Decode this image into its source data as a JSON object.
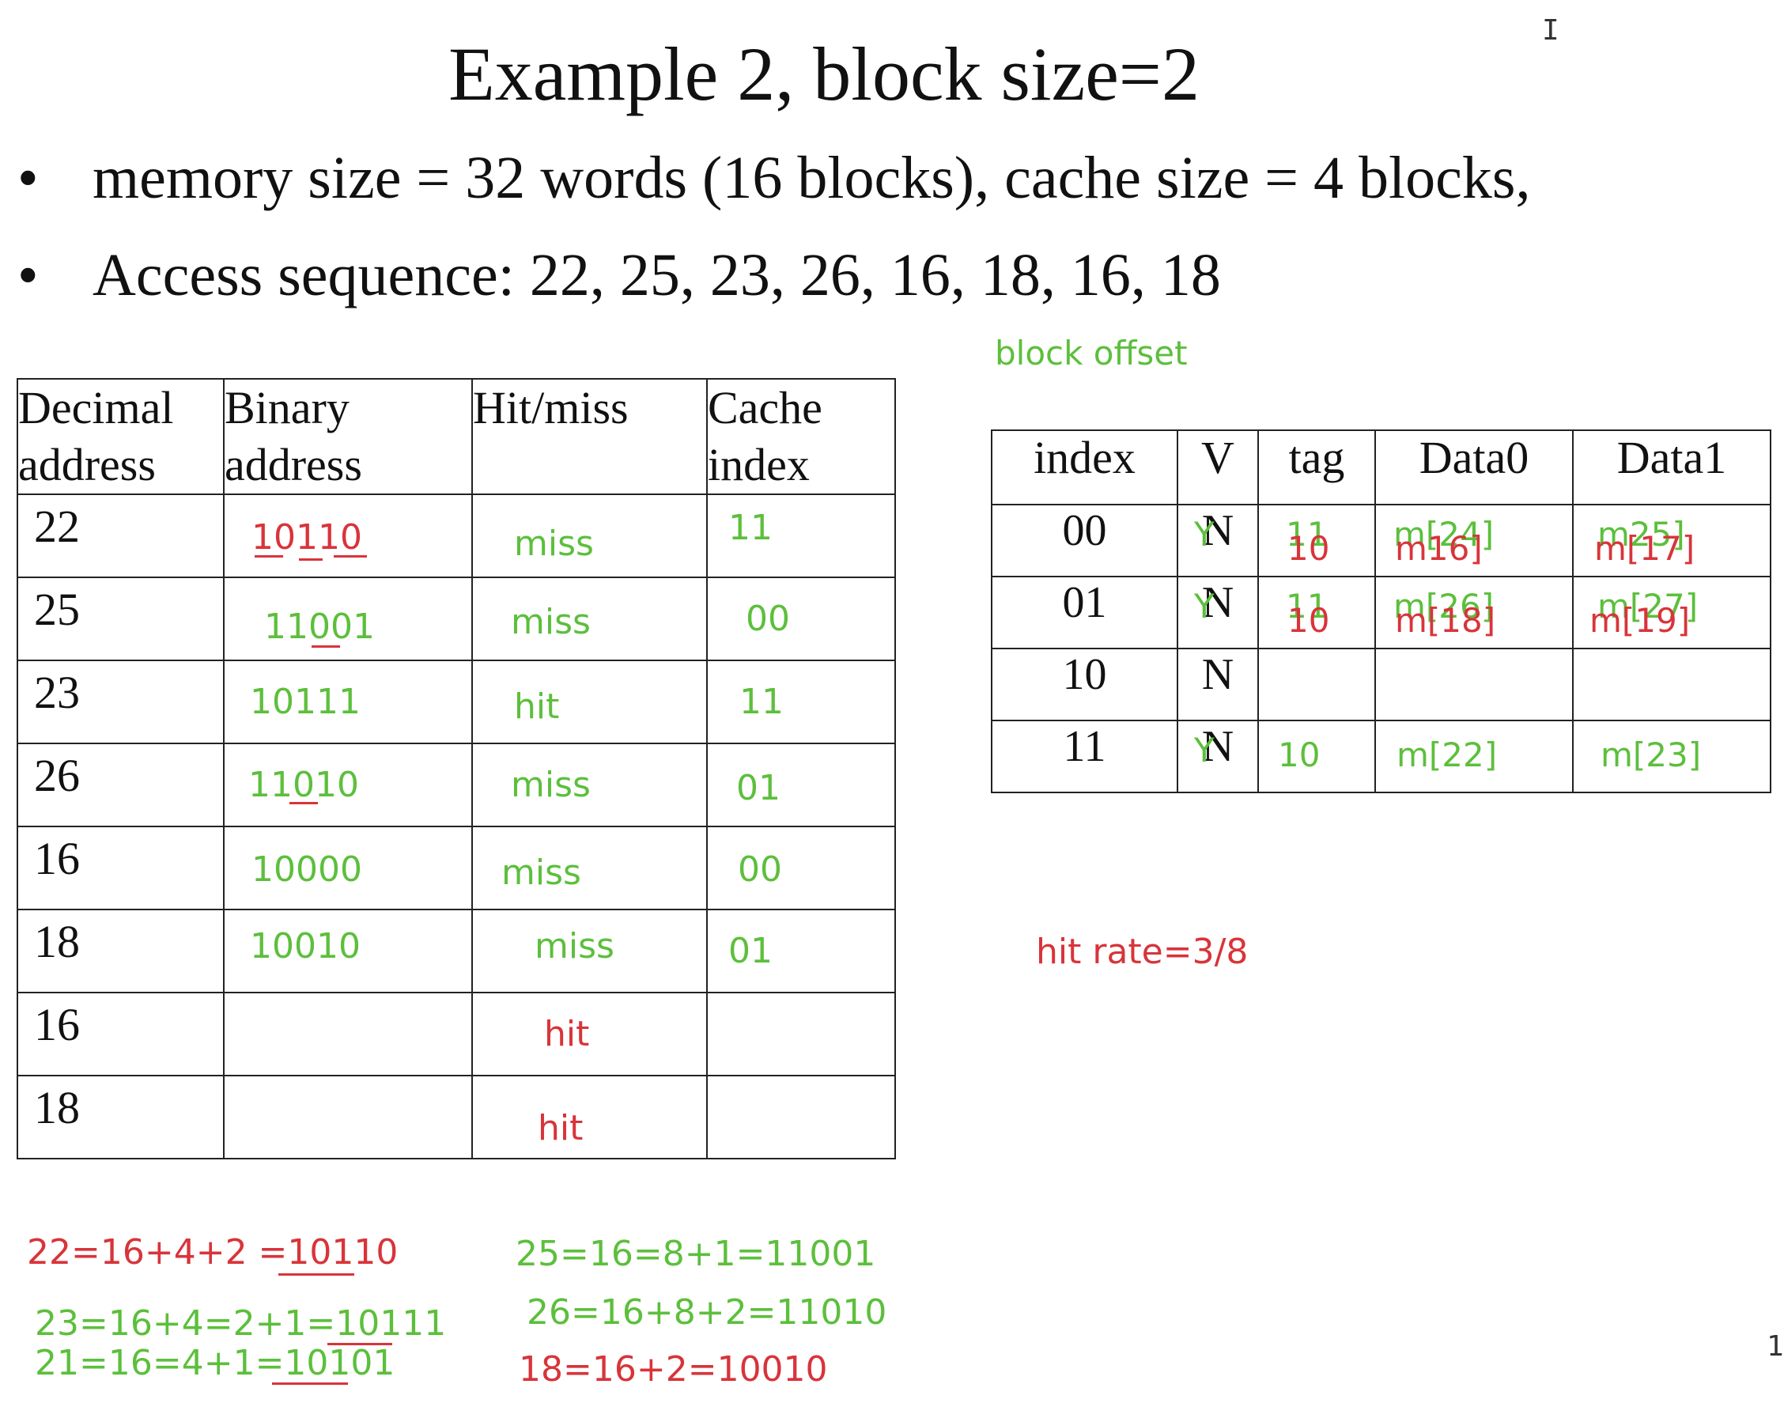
{
  "slide": {
    "title": "Example 2, block size=2",
    "bullets": [
      "memory size = 32 words (16 blocks), cache size = 4 blocks,",
      "Access sequence: 22, 25, 23, 26, 16, 18, 16, 18"
    ],
    "bullet_symbol": "•",
    "cursor_symbol": "I",
    "page_fragment": "1"
  },
  "access_table": {
    "headers": [
      "Decimal address",
      "Binary address",
      "Hit/miss",
      "Cache index"
    ],
    "rows": [
      {
        "decimal": "22",
        "binary": "10110",
        "hitmiss": "miss",
        "index": "11"
      },
      {
        "decimal": "25",
        "binary": "11001",
        "hitmiss": "miss",
        "index": "00"
      },
      {
        "decimal": "23",
        "binary": "10111",
        "hitmiss": "hit",
        "index": "11"
      },
      {
        "decimal": "26",
        "binary": "11010",
        "hitmiss": "miss",
        "index": "01"
      },
      {
        "decimal": "16",
        "binary": "10000",
        "hitmiss": "miss",
        "index": "00"
      },
      {
        "decimal": "18",
        "binary": "10010",
        "hitmiss": "miss",
        "index": "01"
      },
      {
        "decimal": "16",
        "binary": "",
        "hitmiss": "hit",
        "index": ""
      },
      {
        "decimal": "18",
        "binary": "",
        "hitmiss": "hit",
        "index": ""
      }
    ]
  },
  "cache_table": {
    "headers": [
      "index",
      "V",
      "tag",
      "Data0",
      "Data1"
    ],
    "rows": [
      {
        "index": "00",
        "v": "N",
        "v_note": "Y",
        "tag_old": "11",
        "tag_new": "10",
        "d0_old": "m[24]",
        "d0_new": "m16]",
        "d1_old": "m25]",
        "d1_new": "m[17]"
      },
      {
        "index": "01",
        "v": "N",
        "v_note": "Y",
        "tag_old": "11",
        "tag_new": "10",
        "d0_old": "m[26]",
        "d0_new": "m[18]",
        "d1_old": "m[27]",
        "d1_new": "m[19]"
      },
      {
        "index": "10",
        "v": "N",
        "v_note": "",
        "tag_old": "",
        "tag_new": "",
        "d0_old": "",
        "d0_new": "",
        "d1_old": "",
        "d1_new": ""
      },
      {
        "index": "11",
        "v": "N",
        "v_note": "Y",
        "tag_old": "10",
        "tag_new": "",
        "d0_old": "m[22]",
        "d0_new": "",
        "d1_old": "m[23]",
        "d1_new": ""
      }
    ]
  },
  "annotations": {
    "block_offset": "block offset",
    "hit_rate": "hit rate=3/8",
    "calc_22": "22=16+4+2 =10110",
    "calc_23": "23=16+4=2+1=10111",
    "calc_21": "21=16=4+1=10101",
    "calc_25": "25=16=8+1=11001",
    "calc_26": "26=16+8+2=11010",
    "calc_18": "18=16+2=10010"
  },
  "colors": {
    "annotation_green": "#5cbf3c",
    "annotation_red": "#d8343a",
    "highlight_box": "#d678d8"
  }
}
